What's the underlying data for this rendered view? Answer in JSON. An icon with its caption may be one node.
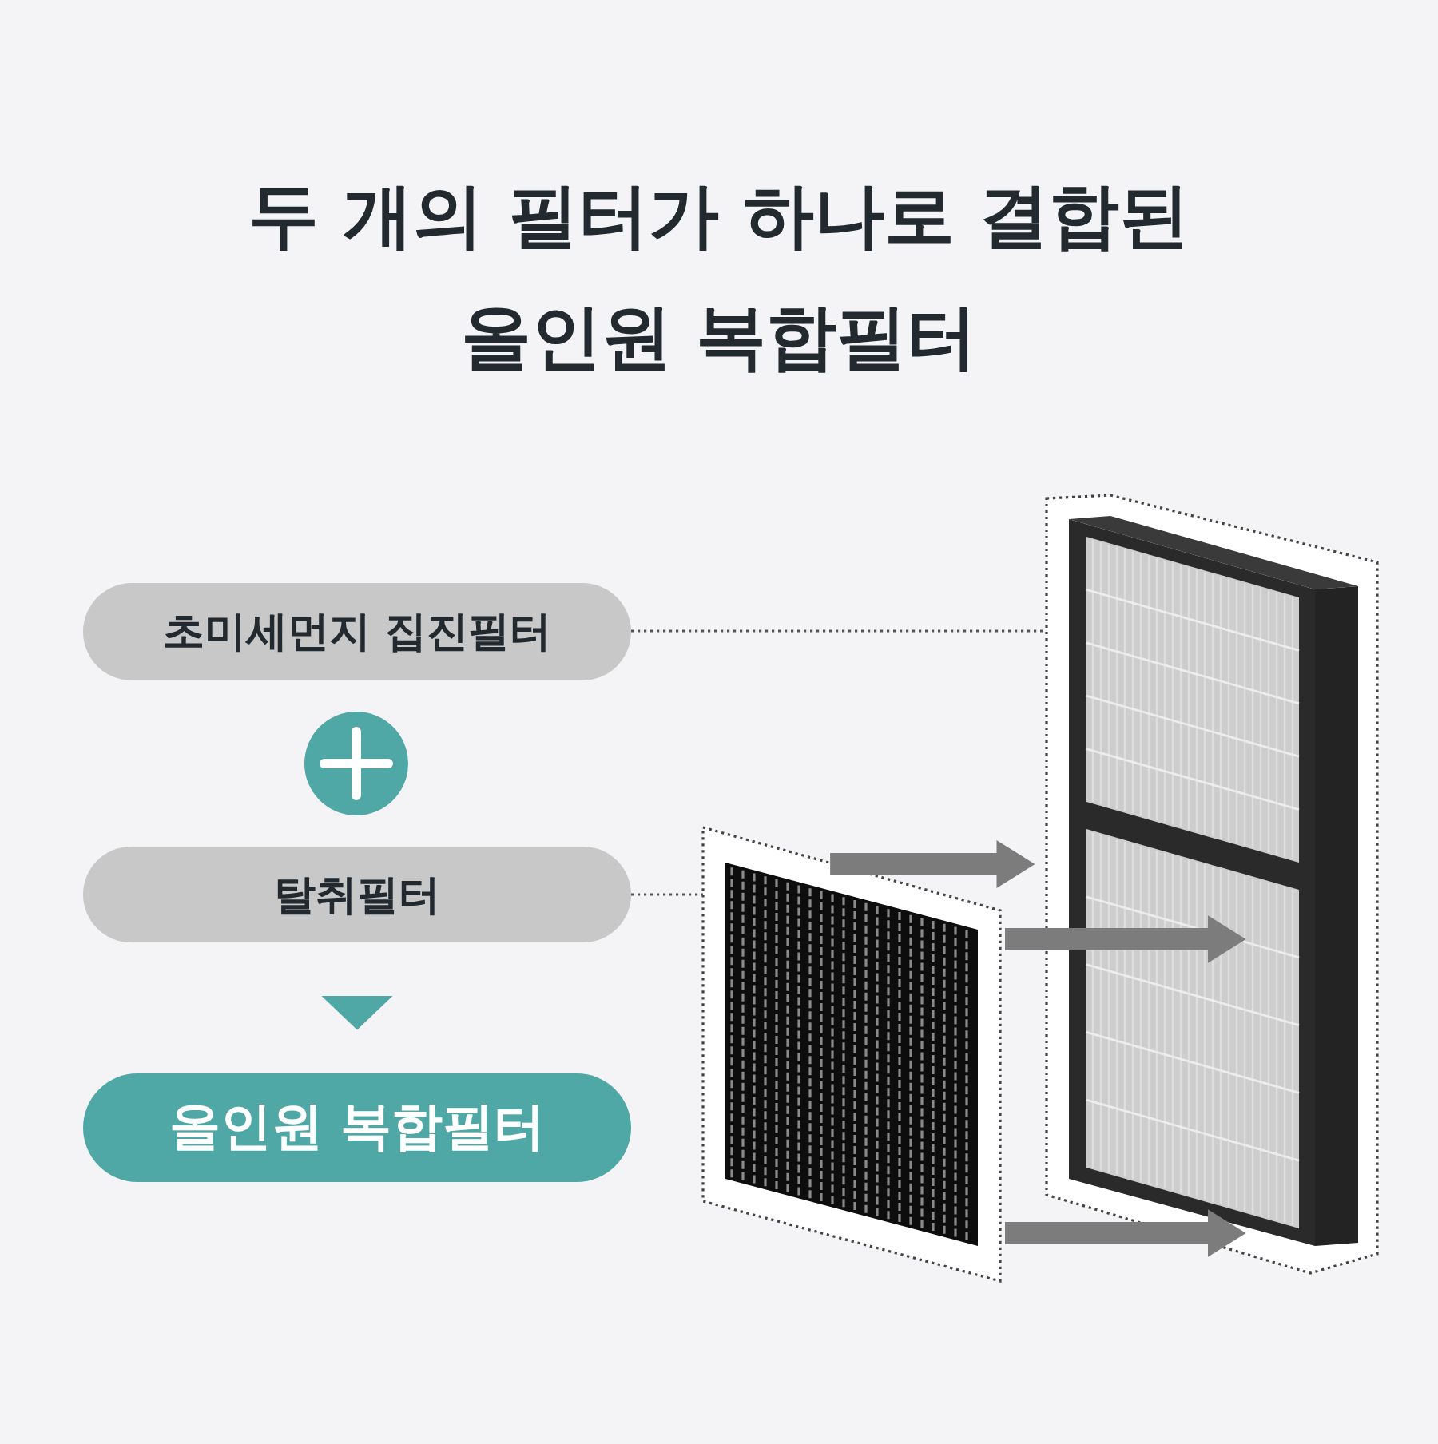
{
  "diagram": {
    "title": "두 개의 필터가 하나로 결합된 올인원 복합필터",
    "nodes": [
      {
        "text": [
          "초미세먼지 집진필터"
        ]
      },
      {
        "text": [],
        "shape": "circle"
      },
      {
        "text": [
          "탈취필터"
        ]
      },
      {
        "text": [
          "올인원 복합필터"
        ]
      },
      {
        "text": [],
        "shape": "picture"
      },
      {
        "text": [],
        "shape": "picture"
      }
    ],
    "edges": [
      {
        "from": 0,
        "to": 5,
        "arrow": "none",
        "style": "dashed"
      },
      {
        "from": 2,
        "to": 4,
        "arrow": "none",
        "style": "dashed"
      },
      {
        "from": 2,
        "to": 3,
        "arrow": "to",
        "color": "#4fa8a5"
      },
      {
        "from": 4,
        "to": 5,
        "arrow": "to"
      },
      {
        "from": 4,
        "to": 5,
        "arrow": "to"
      },
      {
        "from": 4,
        "to": 5,
        "arrow": "to"
      }
    ]
  }
}
